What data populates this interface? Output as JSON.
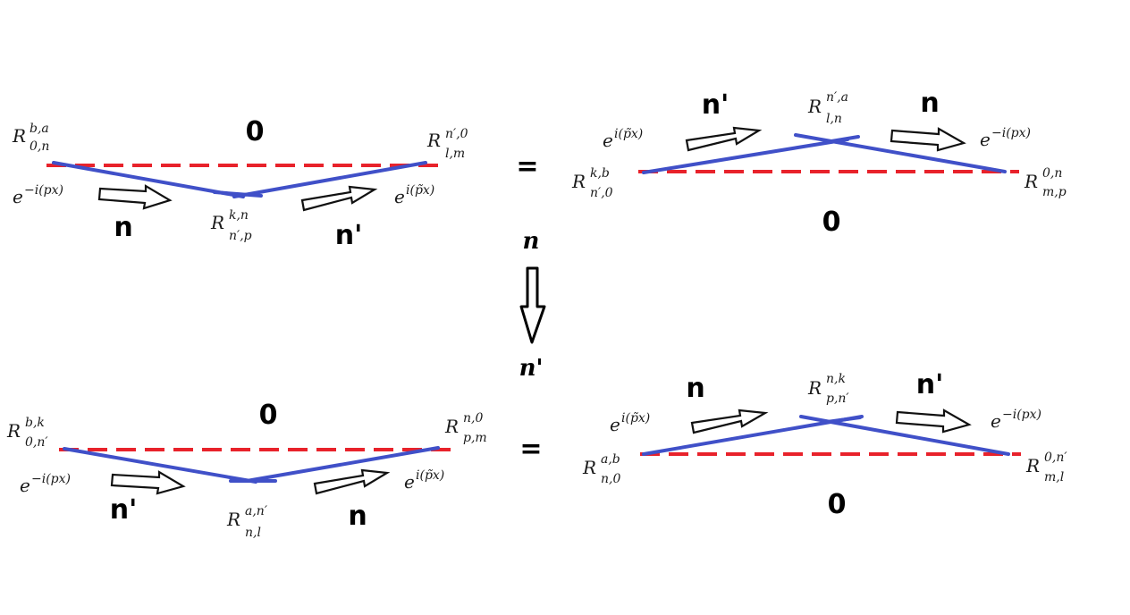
{
  "equations": [
    {
      "left": {
        "zero": "0",
        "n_in": "n",
        "n_out": "n'",
        "tl": {
          "base": "R",
          "sup": "b,a",
          "sub": "0,n"
        },
        "tr": {
          "base": "R",
          "sup": "n′,0",
          "sub": "l,m"
        },
        "bottom": {
          "base": "R",
          "sup": "k,n",
          "sub": "n′,p"
        },
        "in_phase": {
          "base": "e",
          "sup": "−i(px)"
        },
        "out_phase": {
          "base": "e",
          "sup": "i(p̃x)"
        }
      },
      "equals": "=",
      "right": {
        "zero": "0",
        "n_in": "n'",
        "n_out": "n",
        "top": {
          "base": "R",
          "sup": "n′,a",
          "sub": "l,n"
        },
        "bl": {
          "base": "R",
          "sup": "k,b",
          "sub": "n′,0"
        },
        "br": {
          "base": "R",
          "sup": "0,n",
          "sub": "m,p"
        },
        "in_phase": {
          "base": "e",
          "sup": "i(p̃x)"
        },
        "out_phase": {
          "base": "e",
          "sup": "−i(px)"
        }
      }
    },
    {
      "left": {
        "zero": "0",
        "n_in": "n'",
        "n_out": "n",
        "tl": {
          "base": "R",
          "sup": "b,k",
          "sub": "0,n′"
        },
        "tr": {
          "base": "R",
          "sup": "n,0",
          "sub": "p,m"
        },
        "bottom": {
          "base": "R",
          "sup": "a,n′",
          "sub": "n,l"
        },
        "in_phase": {
          "base": "e",
          "sup": "−i(px)"
        },
        "out_phase": {
          "base": "e",
          "sup": "i(p̃x)"
        }
      },
      "equals": "=",
      "right": {
        "zero": "0",
        "n_in": "n",
        "n_out": "n'",
        "top": {
          "base": "R",
          "sup": "n,k",
          "sub": "p,n′"
        },
        "bl": {
          "base": "R",
          "sup": "a,b",
          "sub": "n,0"
        },
        "br": {
          "base": "R",
          "sup": "0,n′",
          "sub": "m,l"
        },
        "in_phase": {
          "base": "e",
          "sup": "i(p̃x)"
        },
        "out_phase": {
          "base": "e",
          "sup": "−i(px)"
        }
      }
    }
  ],
  "transition": {
    "from": "n",
    "to": "n'"
  },
  "colors": {
    "dashed_line": "#e8222b",
    "solid_line": "#4050c8"
  }
}
